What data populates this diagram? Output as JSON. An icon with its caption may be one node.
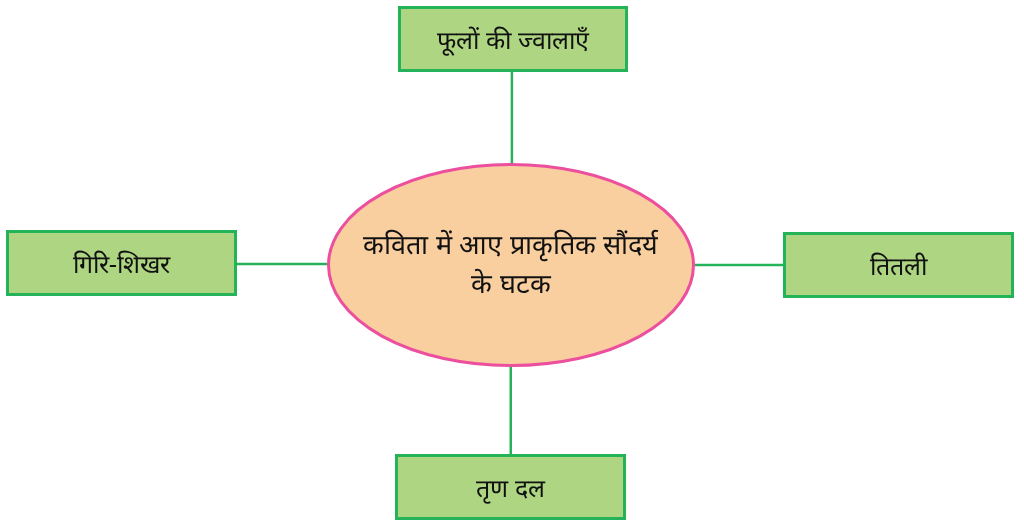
{
  "diagram": {
    "nodes": [
      {
        "text": [
          "फूलों की ज्वालाएँ"
        ]
      },
      {
        "text": [
          "गिरि-शिखर"
        ]
      },
      {
        "text": [
          "कविता में आए प्राकृतिक सौंदर्य के घटक"
        ]
      },
      {
        "text": [
          "तितली"
        ]
      },
      {
        "text": [
          "तृण दल"
        ]
      }
    ],
    "edges": [
      {
        "from": 2,
        "to": 0,
        "arrow": "none"
      },
      {
        "from": 2,
        "to": 1,
        "arrow": "none"
      },
      {
        "from": 2,
        "to": 3,
        "arrow": "none"
      },
      {
        "from": 2,
        "to": 4,
        "arrow": "none"
      }
    ]
  }
}
